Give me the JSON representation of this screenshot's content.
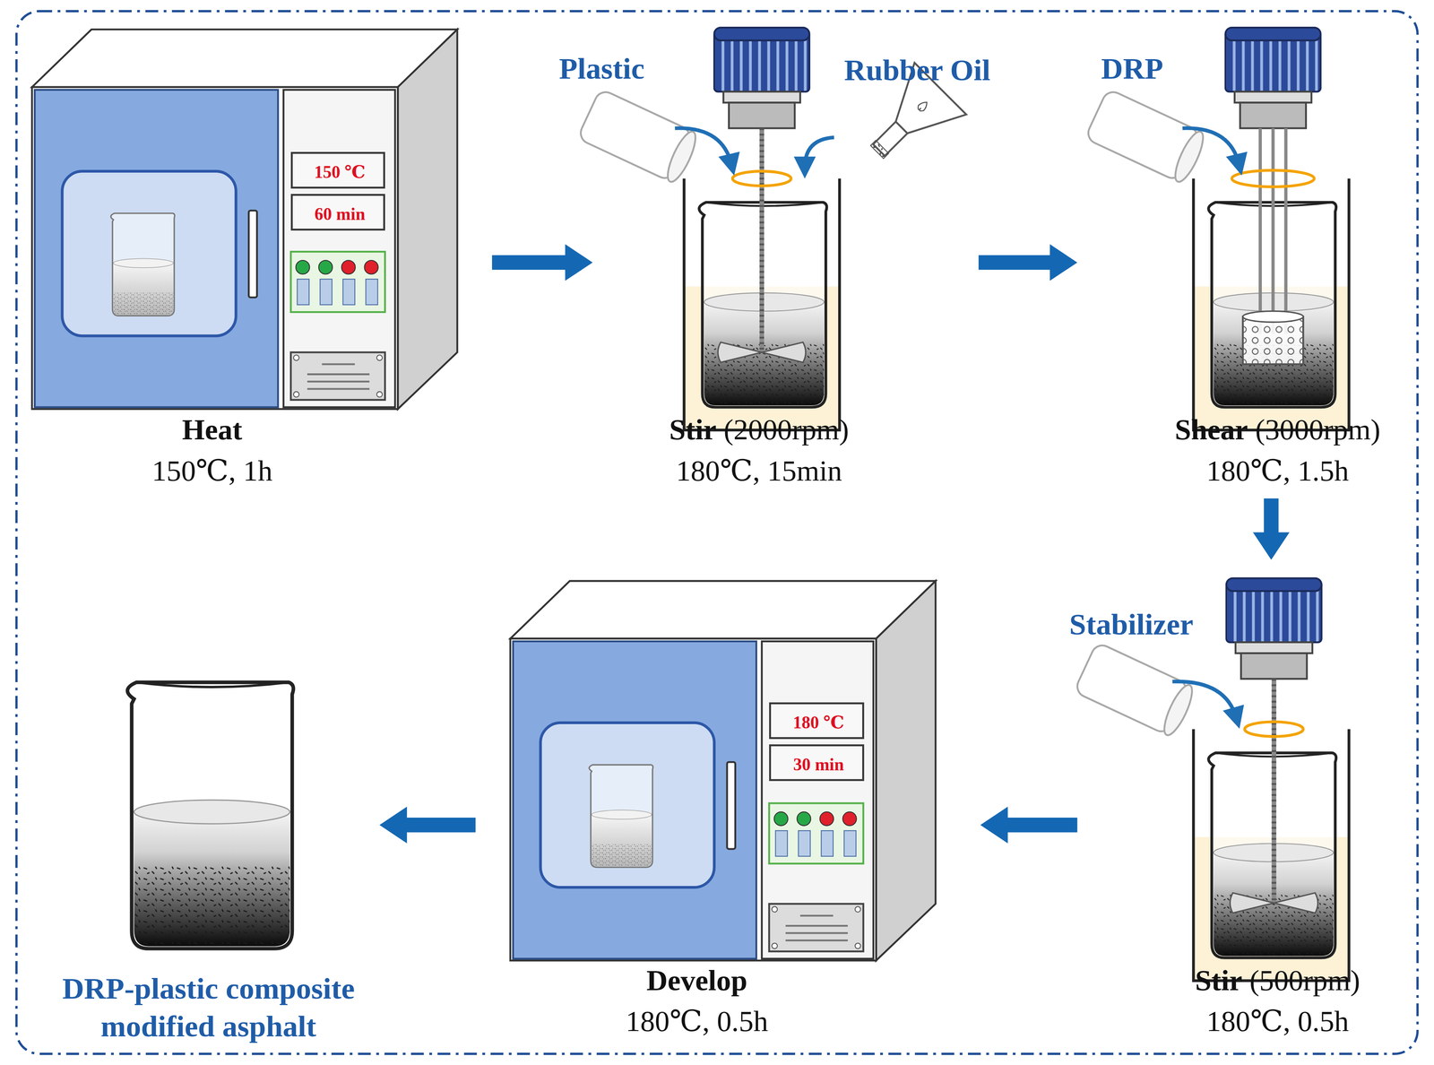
{
  "diagram": {
    "nodes": [
      {
        "text": [
          "Heat",
          "150℃, 1h"
        ]
      },
      {
        "text": [
          "150 ℃"
        ],
        "in": 0
      },
      {
        "text": [
          "60 min"
        ],
        "in": 0
      },
      {
        "text": [
          "Stir (2000rpm)",
          "180℃, 15min"
        ]
      },
      {
        "text": [
          "Shear (3000rpm)",
          "180℃, 1.5h"
        ]
      },
      {
        "text": [
          "Stir (500rpm)",
          "180℃, 0.5h"
        ]
      },
      {
        "text": [
          "Develop",
          "180℃, 0.5h"
        ]
      },
      {
        "text": [
          "180 ℃"
        ],
        "in": 6
      },
      {
        "text": [
          "30 min"
        ],
        "in": 6
      },
      {
        "text": [
          "DRP-plastic composite modified asphalt"
        ]
      }
    ],
    "edges": [
      {
        "from": 0,
        "to": 3,
        "arrow": "to"
      },
      {
        "from": 3,
        "to": 4,
        "arrow": "to"
      },
      {
        "from": 4,
        "to": 5,
        "arrow": "to"
      },
      {
        "from": 5,
        "to": 6,
        "arrow": "to"
      },
      {
        "from": 6,
        "to": 9,
        "arrow": "to"
      }
    ],
    "labels": [
      "Plastic",
      "Rubber Oil",
      "DRP",
      "Stabilizer"
    ]
  }
}
